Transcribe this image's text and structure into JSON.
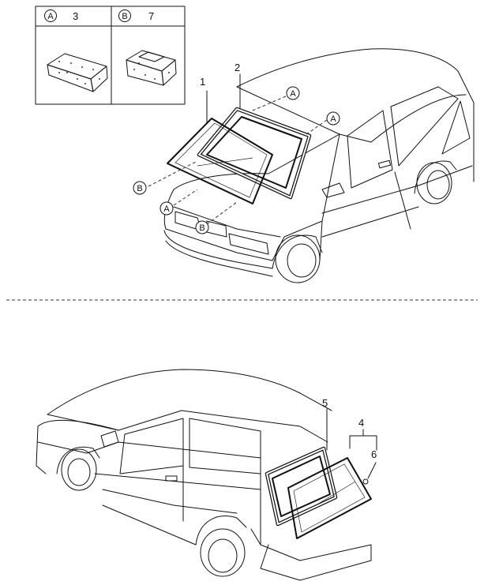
{
  "legend": {
    "items": [
      {
        "letter": "A",
        "part_number": "3"
      },
      {
        "letter": "B",
        "part_number": "7"
      }
    ]
  },
  "front_view": {
    "part_labels": [
      "1",
      "2"
    ],
    "callouts": [
      "A",
      "A",
      "B",
      "A",
      "B"
    ]
  },
  "rear_view": {
    "part_labels": [
      "5",
      "4",
      "6"
    ]
  }
}
